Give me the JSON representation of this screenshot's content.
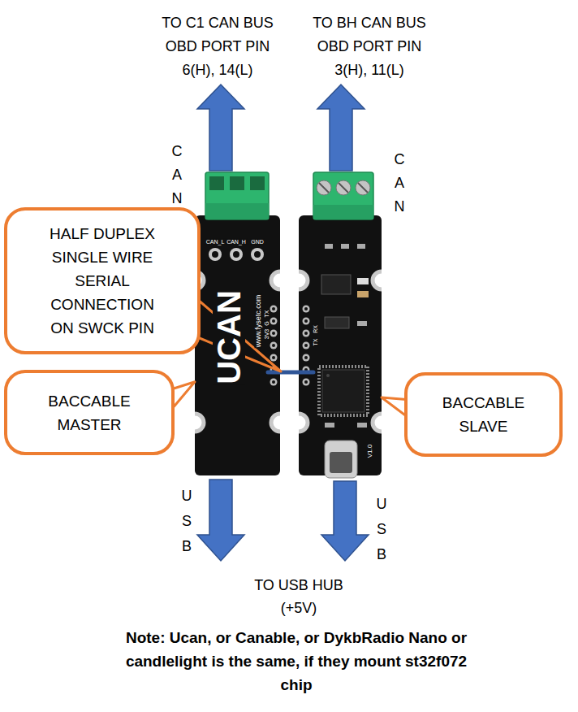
{
  "diagram": {
    "nodes": [
      {
        "text": [
          "UCAN",
          "www.fysetc.com"
        ]
      },
      {
        "text": [
          "V1.0"
        ]
      },
      {
        "text": [
          "HALF DUPLEX SINGLE WIRE SERIAL CONNECTION ON SWCK PIN"
        ]
      },
      {
        "text": [
          "BACCABLE MASTER"
        ]
      },
      {
        "text": [
          "BACCABLE SLAVE"
        ]
      }
    ],
    "edges": [
      {
        "from": 3,
        "to": 0,
        "arrow": "none"
      },
      {
        "from": 4,
        "to": 1,
        "arrow": "none"
      }
    ],
    "labels": [
      "TO C1 CAN BUS OBD PORT PIN 6(H), 14(L)",
      "TO BH CAN BUS OBD PORT PIN 3(H), 11(L)",
      "C A N",
      "C A N",
      "CAN_L",
      "CAN_H",
      "GND",
      "TX",
      "G",
      "3V3",
      "RX",
      "TX",
      "U S B",
      "U S B",
      "TO USB HUB (+5V)",
      "Note: Ucan, or Canable, or DykbRadio Nano or candlelight is the same, if they mount st32f072 chip"
    ]
  }
}
